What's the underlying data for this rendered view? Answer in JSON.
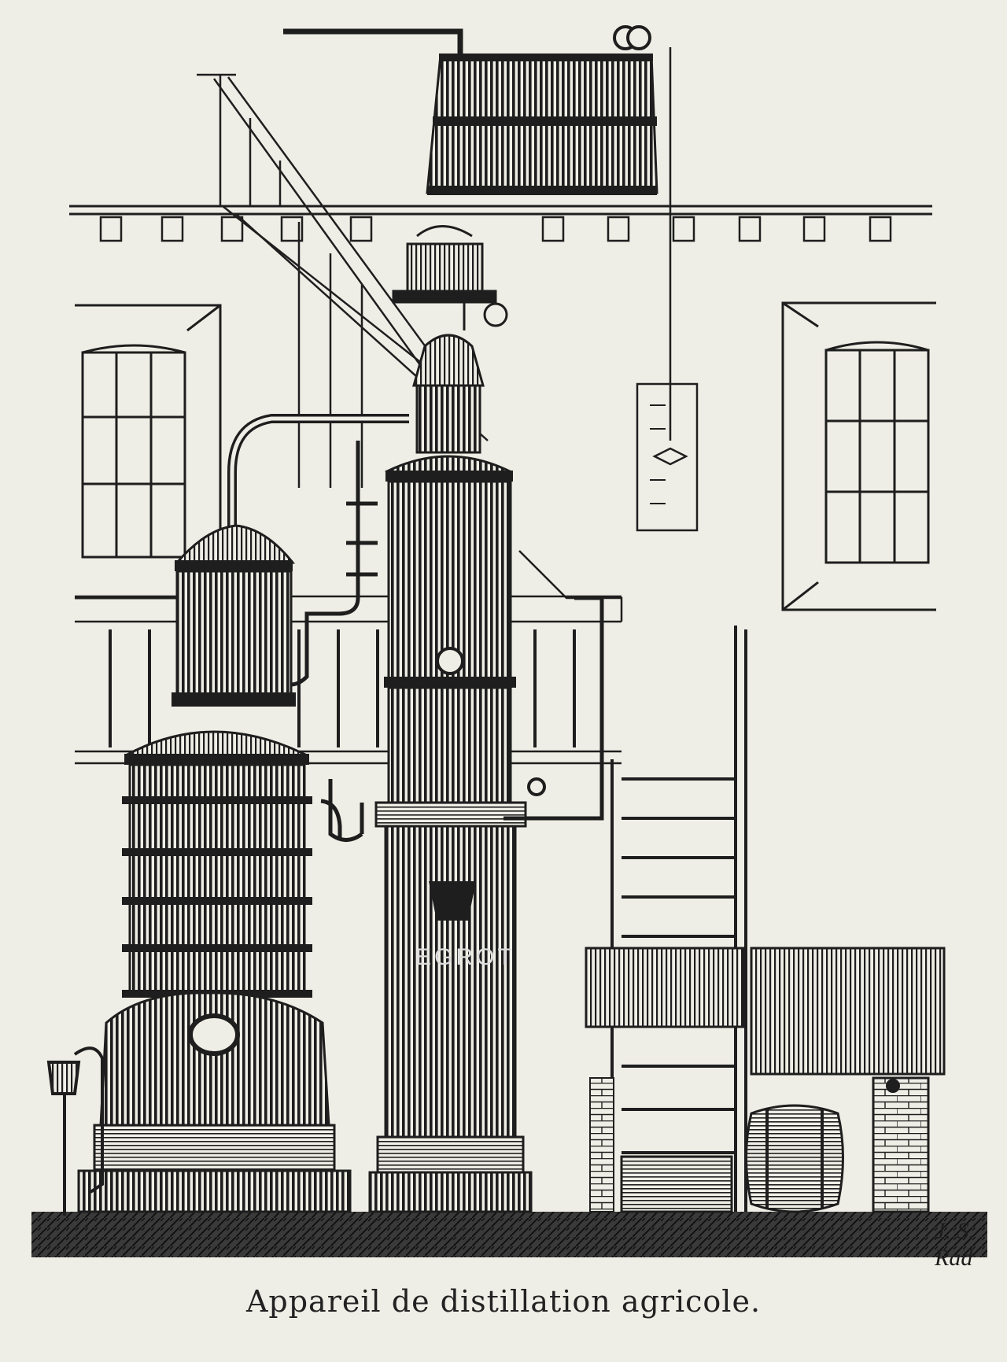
{
  "caption": "Appareil de distillation agricole.",
  "engraver_signature": "J. S. Rad",
  "column_inscription": "EGROT",
  "palette": {
    "paper": "#efeee6",
    "ink": "#1e1e1e",
    "ink_light": "#4a4a4a"
  }
}
